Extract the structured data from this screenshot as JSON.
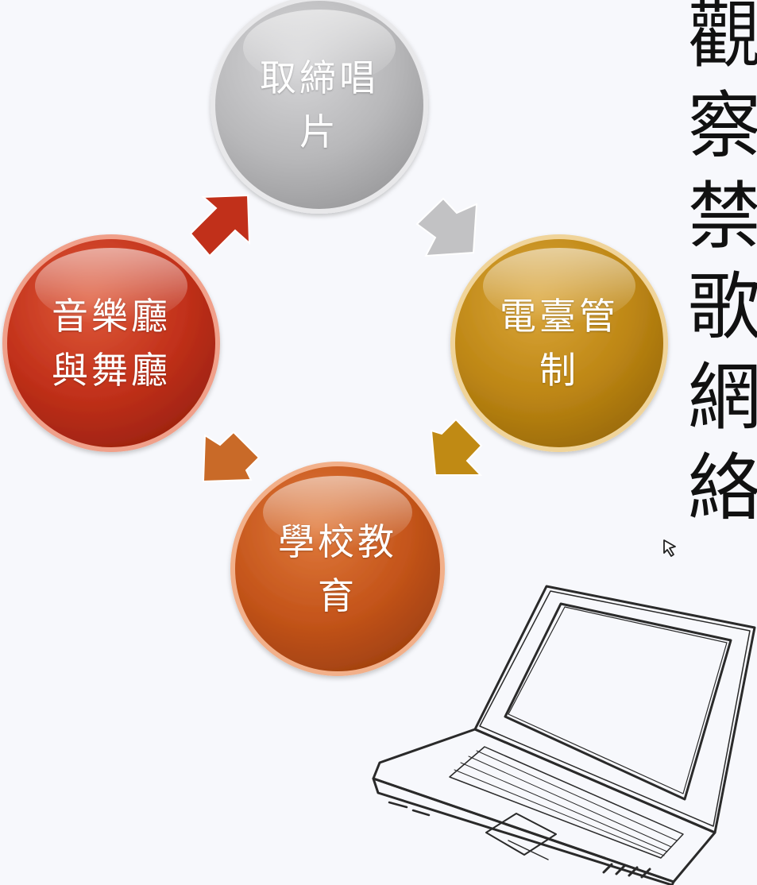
{
  "diagram": {
    "nodes": [
      {
        "id": "vinyl",
        "label": "取締唱片",
        "color": "#b9b9bb"
      },
      {
        "id": "radio",
        "label": "電臺管制",
        "color": "#c08a14"
      },
      {
        "id": "school",
        "label": "學校教育",
        "color": "#c4541a"
      },
      {
        "id": "hall",
        "label": "音樂廳與舞廳",
        "color": "#c1301a"
      }
    ],
    "arrow_colors": [
      "#c2c2c4",
      "#c08a14",
      "#c96a28",
      "#c1301a"
    ]
  },
  "side_title": {
    "chars": [
      "觀",
      "察",
      "禁",
      "歌",
      "網",
      "絡"
    ]
  },
  "laptop": {
    "icon": "laptop-icon",
    "cursor_icon": "cursor-arrow-icon"
  }
}
